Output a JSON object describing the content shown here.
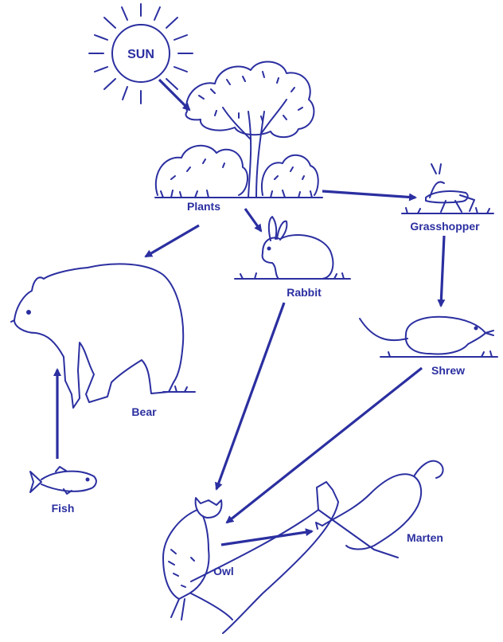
{
  "colors": {
    "ink": "#2b2fa0",
    "background": "#ffffff"
  },
  "labels": {
    "sun": "SUN",
    "plants": "Plants",
    "rabbit": "Rabbit",
    "grasshopper": "Grasshopper",
    "shrew": "Shrew",
    "bear": "Bear",
    "fish": "Fish",
    "owl": "Owl",
    "marten": "Marten"
  },
  "food_web": [
    {
      "from": "sun",
      "to": "plants"
    },
    {
      "from": "plants",
      "to": "rabbit"
    },
    {
      "from": "plants",
      "to": "grasshopper"
    },
    {
      "from": "plants",
      "to": "bear"
    },
    {
      "from": "grasshopper",
      "to": "shrew"
    },
    {
      "from": "rabbit",
      "to": "owl"
    },
    {
      "from": "shrew",
      "to": "owl"
    },
    {
      "from": "fish",
      "to": "bear"
    },
    {
      "from": "owl",
      "to": "marten"
    }
  ]
}
